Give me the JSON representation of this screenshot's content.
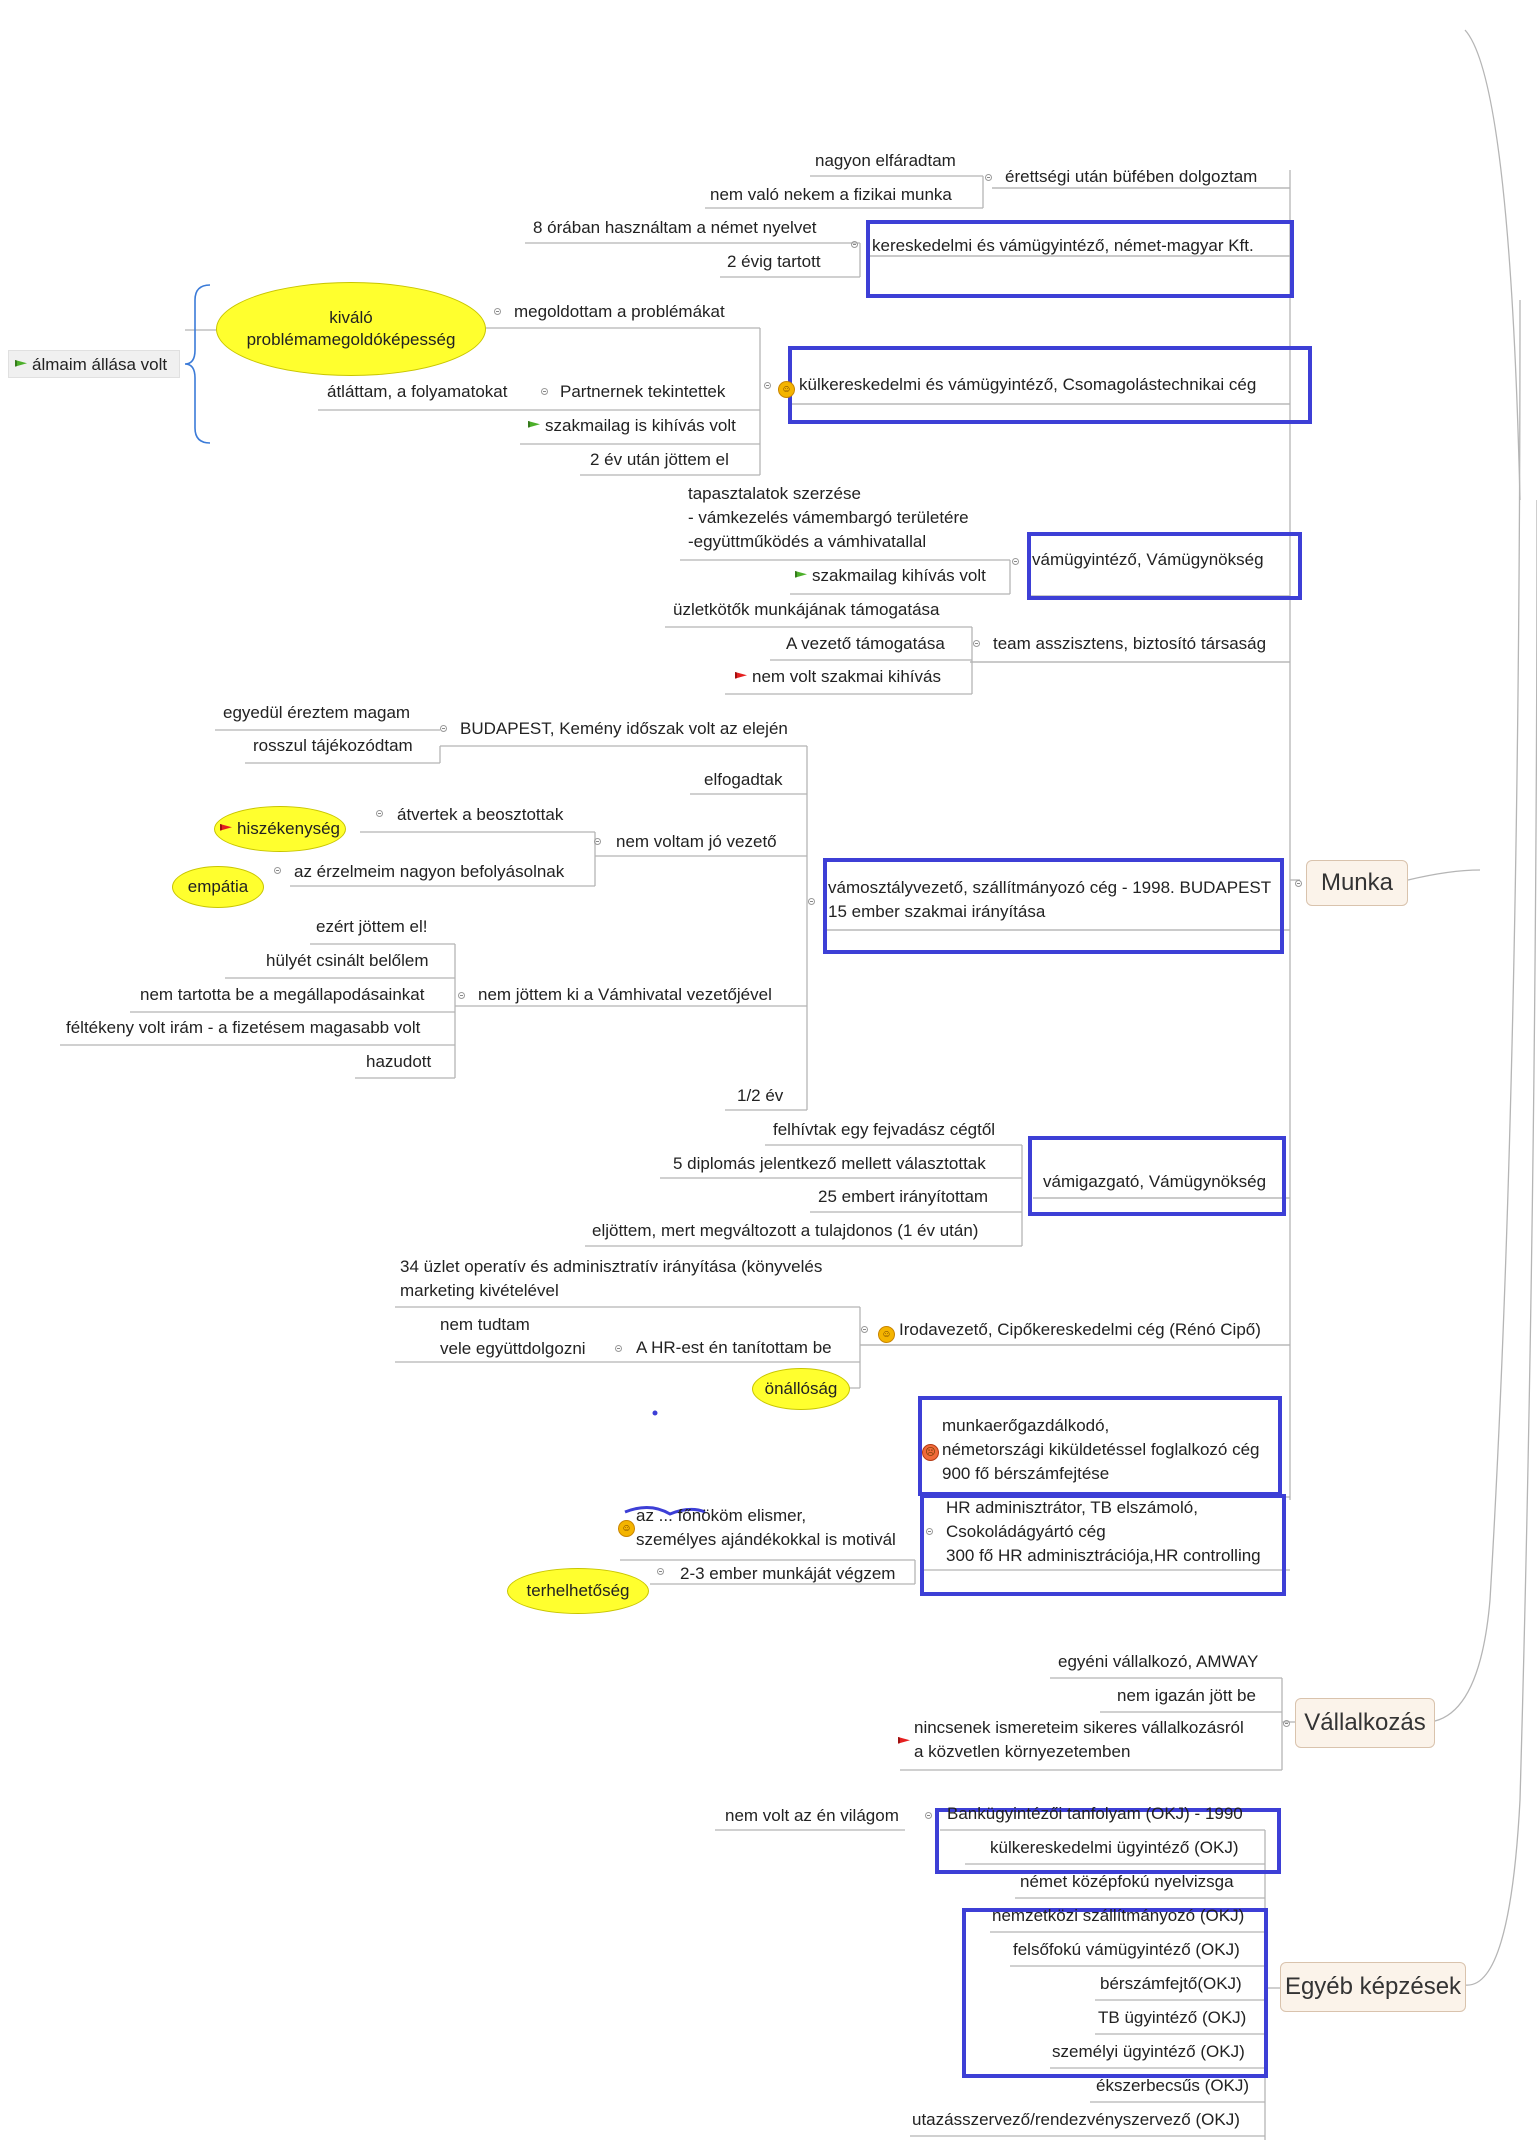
{
  "root": {
    "label": "álmaim állása volt"
  },
  "topics": {
    "munka": "Munka",
    "vallalkozas": "Vállalkozás",
    "egyeb": "Egyéb képzések"
  },
  "ovals": {
    "kivalo": "kiváló\nproblémamegoldóképesség",
    "hiszekenyseg": "hiszékenység",
    "empatia": "empátia",
    "onallosag": "önállóság",
    "terhelhetoseg": "terhelhetőség"
  },
  "jobs": {
    "bufe": "érettségi után büfében dolgoztam",
    "bufe_1": "nagyon elfáradtam",
    "bufe_2": "nem való nekem a fizikai munka",
    "ker": "kereskedelmi és vámügyintéző, német-magyar Kft.",
    "ker_1": "8 órában használtam a német nyelvet",
    "ker_2": "2 évig tartott",
    "kulker": "külkereskedelmi és vámügyintéző, Csomagolástechnikai cég",
    "kulker_1": "megoldottam a problémákat",
    "kulker_2": "Partnernek tekintettek",
    "kulker_2a": "átláttam, a folyamatokat",
    "kulker_3": "szakmailag is kihívás volt",
    "kulker_4": "2 év után jöttem el",
    "vam": "vámügyintéző, Vámügynökség",
    "vam_1": "tapasztalatok szerzése\n- vámkezelés vámembargó területére\n-együttműködés a vámhivatallal",
    "vam_2": "szakmailag kihívás volt",
    "team": "team asszisztens, biztosító társaság",
    "team_1": "üzletkötők munkájának támogatása",
    "team_2": "A vezető támogatása",
    "team_3": "nem volt szakmai  kihívás",
    "vamos": "vámosztályvezető, szállítmányozó cég - 1998. BUDAPEST\n15 ember szakmai irányítása",
    "bp": "BUDAPEST, Kemény időszak volt az elején",
    "bp_1": "egyedül éreztem magam",
    "bp_2": "rosszul tájékozódtam",
    "elfogadtak": "elfogadtak",
    "nemvez": "nem voltam jó vezető",
    "nemvez_1": "átvertek a beosztottak",
    "nemvez_2": "az érzelmeim nagyon befolyásolnak",
    "nemjottem": "nem jöttem ki a Vámhivatal vezetőjével",
    "nj_1": "ezért jöttem el!",
    "nj_2": "hülyét csinált belőlem",
    "nj_3": "nem tartotta be a megállapodásainkat",
    "nj_4": "féltékeny volt irám - a fizetésem magasabb volt",
    "nj_5": "hazudott",
    "felev": "1/2 év",
    "vamig": "vámigazgató, Vámügynökség",
    "vamig_1": "felhívtak egy fejvadász cégtől",
    "vamig_2": "5 diplomás jelentkező mellett választottak",
    "vamig_3": "25 embert irányítottam",
    "vamig_4": "eljöttem, mert megváltozott  a tulajdonos (1 év után)",
    "iroda": "Irodavezető, Cipőkereskedelmi cég (Rénó Cipő)",
    "iroda_1": "34 üzlet operatív és adminisztratív irányítása (könyvelés\nmarketing kivételével",
    "iroda_2": "A HR-est én tanítottam be",
    "iroda_2a": "nem tudtam\nvele együttdolgozni",
    "munkaero": "munkaerőgazdálkodó,\nnémetországi kiküldetéssel foglalkozó cég\n900 fő bérszámfejtése",
    "hr": "HR adminisztrátor, TB elszámoló,\nCsokoládágyártó cég\n300 fő HR adminisztrációja,HR controlling",
    "hr_1": "az ... főnököm elismer,\nszemélyes ajándékokkal is motivál",
    "hr_2": "2-3 ember munkáját végzem"
  },
  "vallalkozas": {
    "v1": "egyéni vállalkozó, AMWAY",
    "v2": "nem igazán jött be",
    "v3": "nincsenek ismereteim sikeres vállalkozásról\na közvetlen környezetemben"
  },
  "egyeb": {
    "e1": "Bankügyintézői tanfolyam (OKJ) - 1990",
    "e1a": "nem volt az én világom",
    "e2": "külkereskedelmi ügyintéző (OKJ)",
    "e3": "német középfokú nyelvizsga",
    "e4": "nemzetközi szállítmányozó (OKJ)",
    "e5": "felsőfokú vámügyintéző (OKJ)",
    "e6": "bérszámfejtő(OKJ)",
    "e7": "TB ügyintéző (OKJ)",
    "e8": "személyi ügyintéző (OKJ)",
    "e9": "ékszerbecsűs (OKJ)",
    "e10": "utazásszervező/rendezvényszervező (OKJ)"
  },
  "colors": {
    "highlight_box": "#3d3fd6",
    "oval_fill": "#ffff2e",
    "topic_fill": "#fbf3ea",
    "line": "#b0b0b0"
  }
}
